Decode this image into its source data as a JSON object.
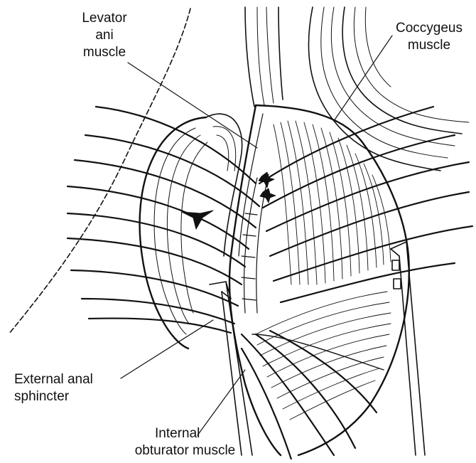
{
  "labels": {
    "levator": {
      "line1": "Levator",
      "line2": "ani",
      "line3": "muscle"
    },
    "coccygeus": {
      "line1": "Coccygeus",
      "line2": "muscle"
    },
    "external": {
      "line1": "External anal",
      "line2": "sphincter"
    },
    "internal": {
      "line1": "Internal",
      "line2": "obturator muscle"
    }
  },
  "colors": {
    "ink": "#111111",
    "paper": "#ffffff"
  }
}
